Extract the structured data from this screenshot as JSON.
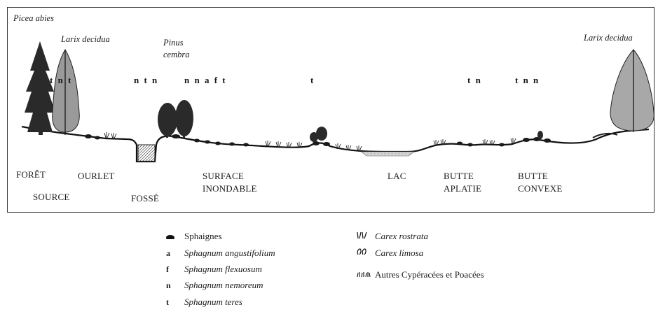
{
  "species_labels": {
    "picea_abies": "Picea abies",
    "larix_left": "Larix decidua",
    "pinus_cembra_1": "Pinus",
    "pinus_cembra_2": "cembra",
    "larix_right": "Larix decidua"
  },
  "sphagnum_codes": [
    {
      "text": "t n t"
    },
    {
      "text": "n t n"
    },
    {
      "text": "n n a f t"
    },
    {
      "text": "t"
    },
    {
      "text": "t n"
    },
    {
      "text": "t n n"
    }
  ],
  "zones": {
    "foret": "FORÊT",
    "source": "SOURCE",
    "ourlet": "OURLET",
    "fosse": "FOSSÉ",
    "surface_1": "SURFACE",
    "surface_2": "INONDABLE",
    "lac": "LAC",
    "butte_aplatie_1": "BUTTE",
    "butte_aplatie_2": "APLATIE",
    "butte_convexe_1": "BUTTE",
    "butte_convexe_2": "CONVEXE"
  },
  "legend": {
    "sphaignes": {
      "symbol": "",
      "label": "Sphaignes",
      "icon": "sphagnum-mound-icon"
    },
    "items": [
      {
        "symbol": "a",
        "label": "Sphagnum angustifolium"
      },
      {
        "symbol": "f",
        "label": "Sphagnum flexuosum"
      },
      {
        "symbol": "n",
        "label": "Sphagnum nemoreum"
      },
      {
        "symbol": "t",
        "label": "Sphagnum teres"
      }
    ],
    "carex_rostrata": {
      "label": "Carex rostrata",
      "icon": "carex-rostrata-icon"
    },
    "carex_limosa": {
      "label": "Carex limosa",
      "icon": "carex-limosa-icon"
    },
    "autres": {
      "label": "Autres Cypéracées et Poacées",
      "icon": "grass-tuft-icon"
    }
  },
  "colors": {
    "ink": "#1a1a1a",
    "frame": "#333333",
    "water": "#d9d9d9"
  }
}
